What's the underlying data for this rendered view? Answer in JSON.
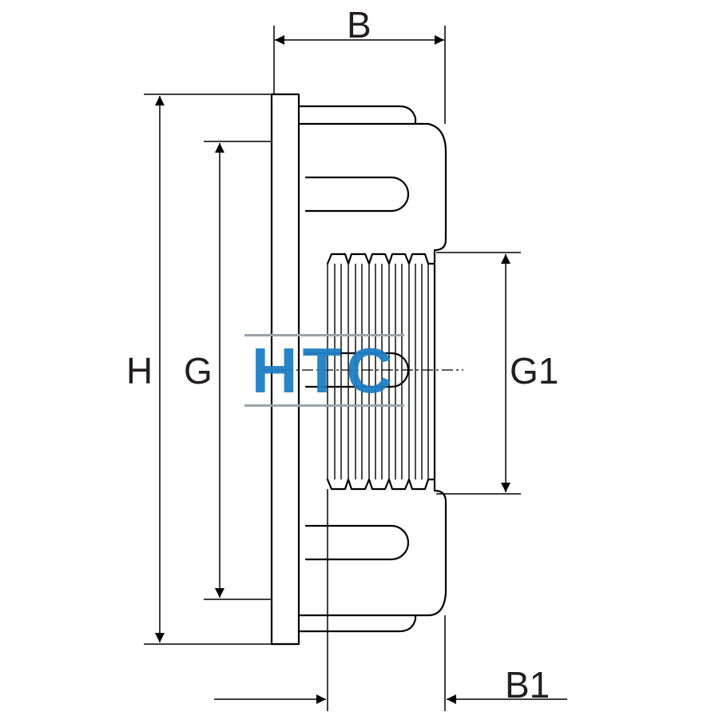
{
  "labels": {
    "b": "B",
    "h": "H",
    "g": "G",
    "g1": "G1",
    "b1": "B1"
  },
  "watermark": {
    "text": "HTC",
    "color": "#1f7fc4"
  },
  "colors": {
    "line": "#000000",
    "text": "#231f20"
  }
}
